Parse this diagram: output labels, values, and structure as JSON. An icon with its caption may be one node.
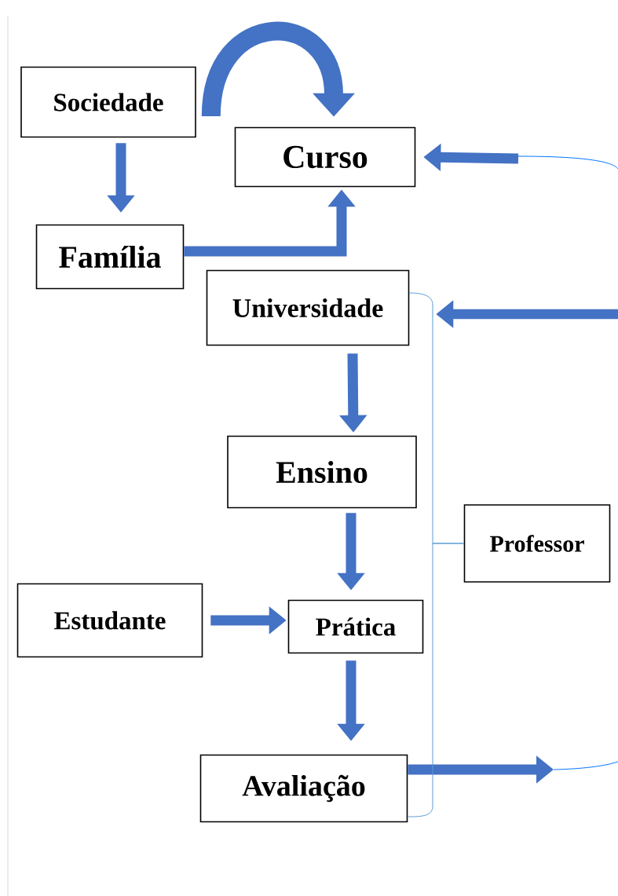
{
  "diagram": {
    "nodes": [
      {
        "text": [
          "Sociedade"
        ]
      },
      {
        "text": [
          "Curso"
        ]
      },
      {
        "text": [
          "Família"
        ]
      },
      {
        "text": [
          "Universidade"
        ]
      },
      {
        "text": [
          "Ensino"
        ]
      },
      {
        "text": [
          "Estudante"
        ]
      },
      {
        "text": [
          "Prática"
        ]
      },
      {
        "text": [
          "Avaliação"
        ]
      },
      {
        "text": [
          "Professor"
        ]
      }
    ],
    "edges": [
      {
        "from": 0,
        "to": 1,
        "arrow": "to",
        "style": "thick"
      },
      {
        "from": 0,
        "to": 2,
        "arrow": "to"
      },
      {
        "from": 2,
        "to": 1,
        "arrow": "to"
      },
      {
        "from": null,
        "to": 1,
        "arrow": "to"
      },
      {
        "from": 3,
        "to": 4,
        "arrow": "to"
      },
      {
        "from": null,
        "to": 3,
        "arrow": "to"
      },
      {
        "from": 4,
        "to": 6,
        "arrow": "to"
      },
      {
        "from": 5,
        "to": 6,
        "arrow": "to"
      },
      {
        "from": 6,
        "to": 7,
        "arrow": "to"
      },
      {
        "from": 7,
        "to": null,
        "arrow": "to"
      },
      {
        "from": 8,
        "to": 3,
        "arrow": "none",
        "color": "#5b9bd5"
      },
      {
        "from": 8,
        "to": 7,
        "arrow": "none",
        "color": "#5b9bd5"
      }
    ]
  }
}
